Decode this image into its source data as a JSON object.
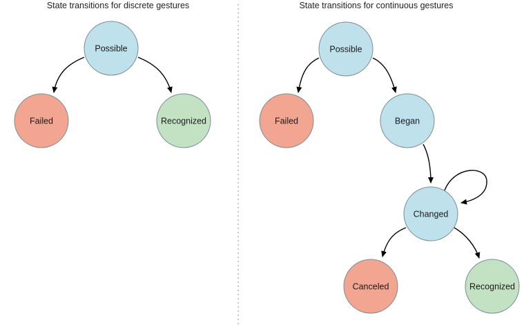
{
  "left_diagram": {
    "title": "State transitions for discrete gestures",
    "nodes": {
      "possible": "Possible",
      "failed": "Failed",
      "recognized": "Recognized"
    }
  },
  "right_diagram": {
    "title": "State transitions for continuous gestures",
    "nodes": {
      "possible": "Possible",
      "failed": "Failed",
      "began": "Began",
      "changed": "Changed",
      "canceled": "Canceled",
      "recognized": "Recognized"
    }
  },
  "colors": {
    "blue_state": "#bfe1ec",
    "red_state": "#f2a691",
    "green_state": "#c3e2c3",
    "stroke": "#7a8c8f",
    "divider": "#c8c8c8",
    "arrow": "#000000"
  }
}
